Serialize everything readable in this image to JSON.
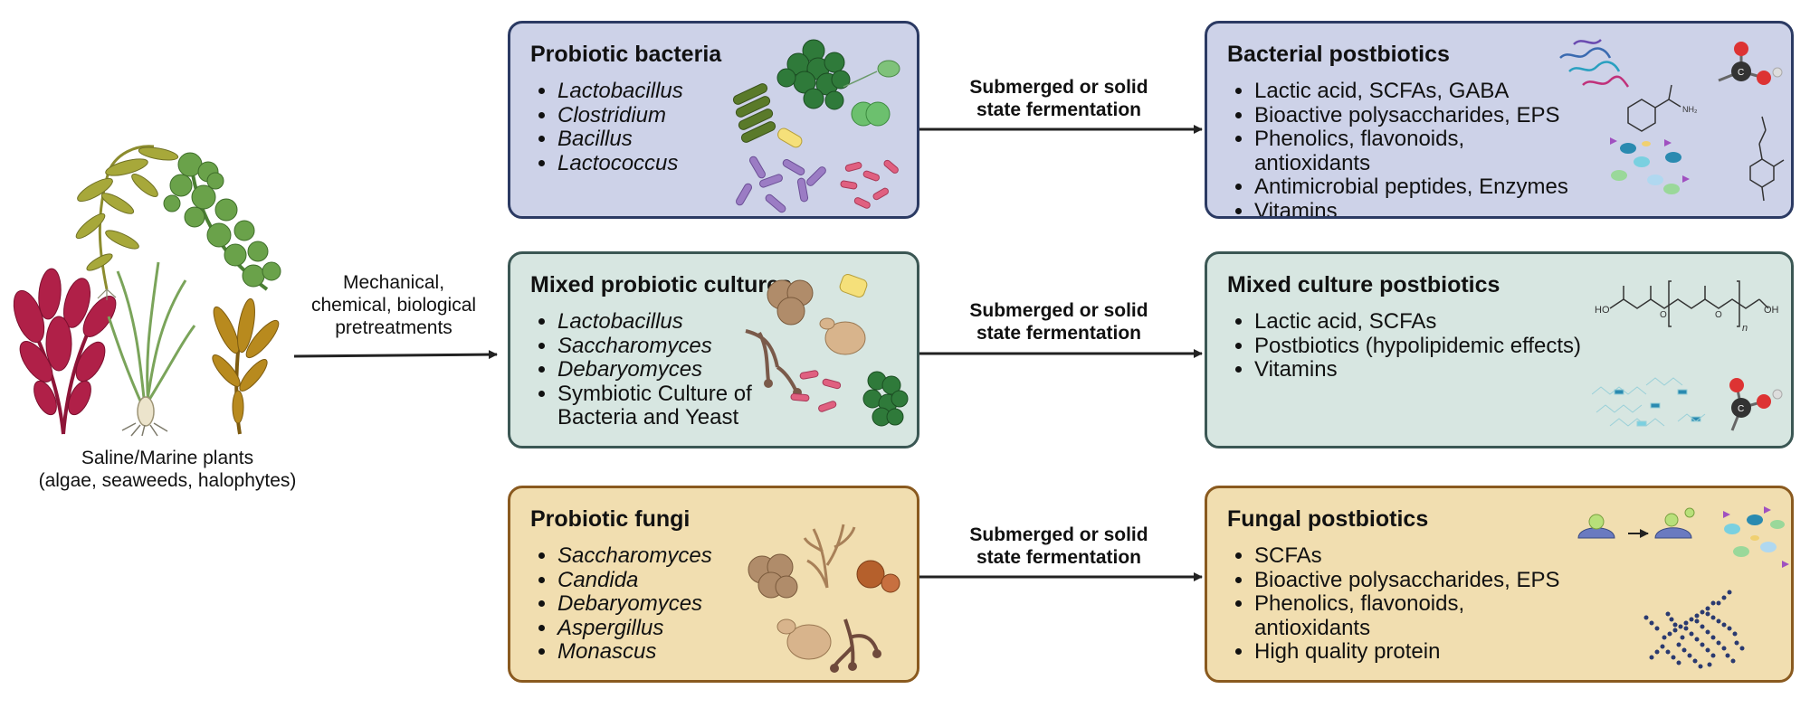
{
  "source": {
    "caption_line1": "Saline/Marine plants",
    "caption_line2": "(algae, seaweeds, halophytes)"
  },
  "pretreatment": {
    "line1": "Mechanical,",
    "line2": "chemical, biological",
    "line3": "pretreatments"
  },
  "fermentation": {
    "line1": "Submerged or solid",
    "line2": "state fermentation"
  },
  "probiotic_bacteria": {
    "title": "Probiotic bacteria",
    "items": [
      "Lactobacillus",
      "Clostridium",
      "Bacillus",
      "Lactococcus"
    ]
  },
  "mixed_cultures": {
    "title": "Mixed probiotic cultures",
    "items": [
      "Lactobacillus",
      "Saccharomyces",
      "Debaryomyces"
    ],
    "symbiotic_line1": "Symbiotic Culture of",
    "symbiotic_line2": "Bacteria and Yeast"
  },
  "probiotic_fungi": {
    "title": "Probiotic fungi",
    "items": [
      "Saccharomyces",
      "Candida",
      "Debaryomyces",
      "Aspergillus",
      "Monascus"
    ]
  },
  "bacterial_postbiotics": {
    "title": "Bacterial postbiotics",
    "items": [
      "Lactic acid, SCFAs, GABA",
      "Bioactive polysaccharides, EPS",
      "Phenolics, flavonoids, antioxidants",
      "Antimicrobial peptides, Enzymes",
      "Vitamins"
    ]
  },
  "mixed_postbiotics": {
    "title": "Mixed culture postbiotics",
    "items": [
      "Lactic acid, SCFAs",
      "Postbiotics (hypolipidemic effects)",
      "Vitamins"
    ]
  },
  "fungal_postbiotics": {
    "title": "Fungal postbiotics",
    "items": [
      "SCFAs",
      "Bioactive polysaccharides, EPS",
      "Phenolics, flavonoids, antioxidants",
      "High quality protein"
    ]
  },
  "chem_labels": {
    "ho": "HO",
    "oh": "OH",
    "o": "O",
    "n": "n",
    "c": "C",
    "nh2": "NH₂"
  },
  "colors": {
    "bacteria_fill": "#cdd2e8",
    "bacteria_border": "#2b3a63",
    "mixed_fill": "#d7e6e1",
    "mixed_border": "#3b5754",
    "fungi_fill": "#f1deb0",
    "fungi_border": "#8a5a1f",
    "arrow": "#222222"
  },
  "icons": [
    "seaweed-illustration",
    "bacteria-cluster-icon",
    "yeast-cells-icon",
    "fungi-mycelium-icon",
    "molecule-icon",
    "enzyme-icon",
    "vitamin-molecule-icon",
    "polysaccharide-network-icon"
  ]
}
